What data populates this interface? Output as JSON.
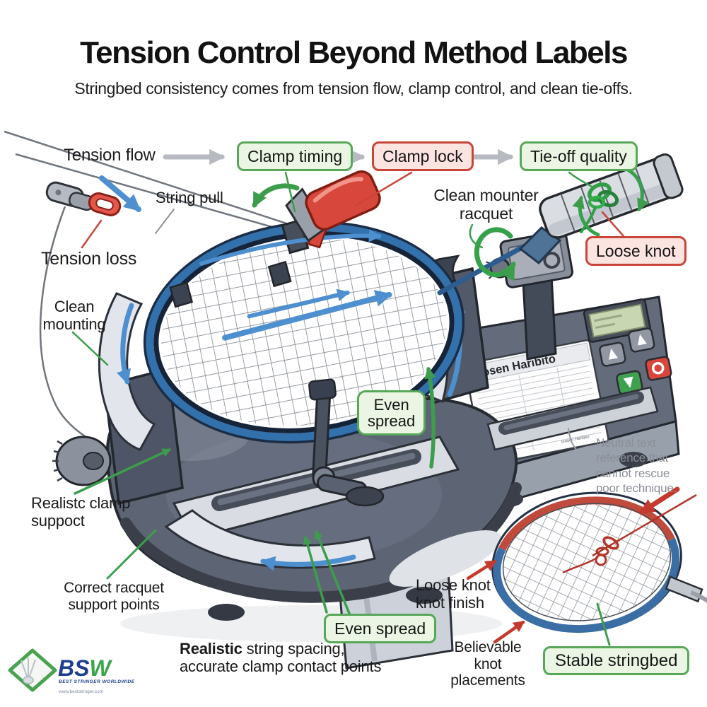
{
  "header": {
    "title": "Tension Control Beyond Method Labels",
    "subtitle": "Stringbed consistency comes from tension flow, clamp control, and clean tie-offs."
  },
  "flow": {
    "steps": [
      "Tension flow",
      "Clamp timing",
      "Clamp lock",
      "Tie-off quality"
    ]
  },
  "callouts": {
    "string_pull": "String pull",
    "tension_loss": "Tension loss",
    "clean_mounting": "Clean\nmounting",
    "clean_mounter_racquet": "Clean mounter\nracquet",
    "loose_knot": "Loose knot",
    "even_spread_top": "Even\nspread",
    "realistic_clamp_support": "Realistc clamp\nsuppoct",
    "correct_racquet_support": "Correct racquet\nsupport points",
    "even_spread_bottom": "Even spread",
    "realistic_spacing_bold": "Realistic",
    "realistic_spacing_rest": " string spacing,\naccurate clamp contact points",
    "loose_knot_finish": "Loose knot\nknot finish",
    "believable_knot": "Believable knot\nplacements",
    "stable_stringbed": "Stable stringbed",
    "neutral_note": "Neutral text\nreference that\ncannot rescue\npoor technique."
  },
  "machine": {
    "panel_title": "Gosen Haribito",
    "panel_small_text": "Gosen Haribito"
  },
  "logo": {
    "text_blue": "BS",
    "text_green": "W",
    "tagline": "BEST STRINGER WORLDWIDE",
    "url": "www.beststringer.com"
  },
  "colors": {
    "green_accent": "#3d9d4c",
    "red_accent": "#c94538",
    "blue_arrow": "#4e8fd0",
    "box_green_bg": "#eaf6e3",
    "box_green_border": "#57a759",
    "box_red_bg": "#fce4e0",
    "box_red_border": "#c94538"
  }
}
